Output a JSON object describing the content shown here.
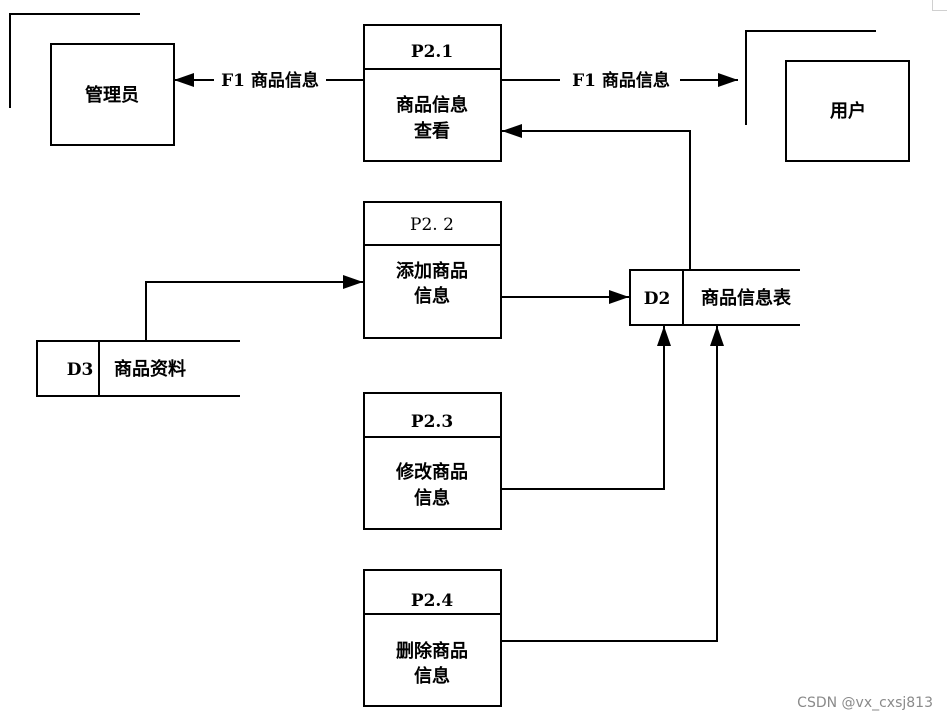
{
  "entities": {
    "admin": {
      "label": "管理员"
    },
    "user": {
      "label": "用户"
    }
  },
  "processes": [
    {
      "id": "P2.1",
      "lines": [
        "商品信息",
        "查看"
      ]
    },
    {
      "id": "P2. 2",
      "lines": [
        "添加商品",
        "信息"
      ]
    },
    {
      "id": "P2.3",
      "lines": [
        "修改商品",
        "信息"
      ]
    },
    {
      "id": "P2.4",
      "lines": [
        "删除商品",
        "信息"
      ]
    }
  ],
  "stores": {
    "d2": {
      "id": "D2",
      "label": "商品信息表"
    },
    "d3": {
      "id": "D3",
      "label": "商品资料"
    }
  },
  "flows": {
    "to_admin": "F1 商品信息",
    "to_user": "F1 商品信息"
  },
  "watermark": "CSDN @vx_cxsj813"
}
